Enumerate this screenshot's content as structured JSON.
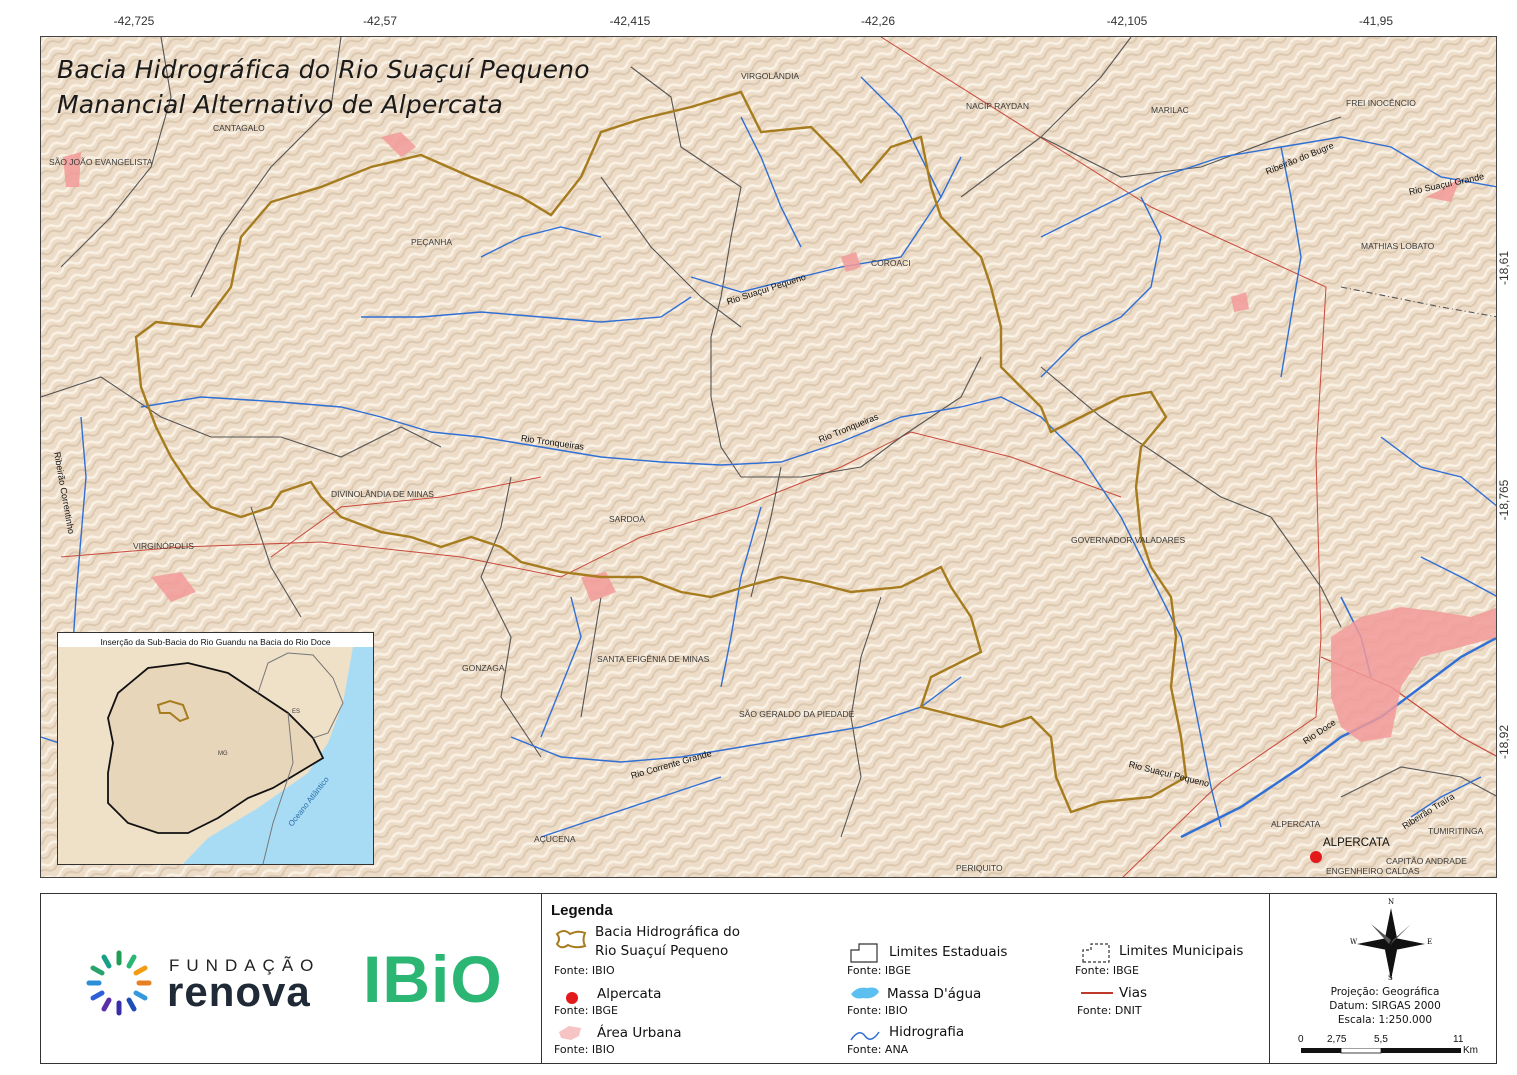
{
  "top_ticks": [
    "-42,725",
    "-42,57",
    "-42,415",
    "-42,26",
    "-42,105",
    "-41,95"
  ],
  "right_ticks": [
    "-18,61",
    "-18,765",
    "-18,92"
  ],
  "title": {
    "line1": "Bacia Hidrográfica do Rio Suaçuí Pequeno",
    "line2": "Manancial Alternativo de Alpercata"
  },
  "places": {
    "virgolandia": "VIRGOLÂNDIA",
    "nacip": "NACIP RAYDAN",
    "marilac": "MARILAC",
    "frei": "FREI INOCÊNCIO",
    "cantagalo": "CANTAGALO",
    "sao_joao": "SÃO JOÃO EVANGELISTA",
    "pecanha": "PEÇANHA",
    "coroaci": "COROACI",
    "mathias": "MATHIAS LOBATO",
    "divino": "DIVINOLÂNDIA DE MINAS",
    "sardoa": "SARDOÁ",
    "virginopolis": "VIRGINÓPOLIS",
    "gv": "GOVERNADOR VALADARES",
    "gonzaga": "GONZAGA",
    "santa": "SANTA EFIGÊNIA DE MINAS",
    "sao_geraldo": "SÃO GERALDO DA PIEDADE",
    "acucena": "AÇUCENA",
    "periquito": "PERIQUITO",
    "alpercata_mun": "ALPERCATA",
    "tumiritinga": "TUMIRITINGA",
    "capitao": "CAPITÃO ANDRADE",
    "engenheiro": "ENGENHEIRO CALDAS"
  },
  "rivers": {
    "bugre": "Ribeirão do Bugre",
    "suacui_grande": "Rio Suaçuí Grande",
    "suacui_pequeno": "Rio Suaçuí Pequeno",
    "tronqueiras1": "Rio Tronqueiras",
    "tronqueiras2": "Rio Tronqueiras",
    "corrente_grande": "Rio Corrente Grande",
    "corrente_zinho": "Ribeirão Correntinho",
    "doce": "Rio Doce",
    "traira": "Ribeirão Traíra",
    "suacui_pequeno_low": "Rio Suaçuí Pequeno"
  },
  "alpercata_point_label": "ALPERCATA",
  "inset": {
    "title": "Inserção da Sub-Bacia do Rio Guandu na Bacia do Rio Doce",
    "ocean": "Oceano Atlântico",
    "mg": "MG",
    "es": "ES"
  },
  "logos": {
    "fundacao": "FUNDAÇÃO",
    "renova": "renova",
    "ibio": "IBiO"
  },
  "legend": {
    "title": "Legenda",
    "basin_line1": "Bacia Hidrográfica do",
    "basin_line2": "Rio Suaçuí Pequeno",
    "basin_src": "Fonte: IBIO",
    "alpercata": "Alpercata",
    "alpercata_src": "Fonte: IBGE",
    "urban": "Área Urbana",
    "urban_src": "Fonte: IBIO",
    "state": "Limites Estaduais",
    "state_src": "Fonte: IBGE",
    "water": "Massa D'água",
    "water_src": "Fonte: IBIO",
    "hydro": "Hidrografia",
    "hydro_src": "Fonte: ANA",
    "municipal": "Limites Municipais",
    "municipal_src": "Fonte: IBGE",
    "roads": "Vias",
    "roads_src": "Fonte: DNIT"
  },
  "compass": {
    "n": "N",
    "s": "S",
    "e": "E",
    "w": "W"
  },
  "projection": {
    "line1": "Projeção: Geográfica",
    "line2": "Datum: SIRGAS 2000",
    "line3": "Escala: 1:250.000"
  },
  "scale_bar": {
    "labels": [
      "0",
      "2,75",
      "5,5",
      "11"
    ],
    "unit": "Km"
  },
  "colors": {
    "terrain": "#eddcc8",
    "basin_outline": "#a67c1e",
    "rivers": "#2f6fd6",
    "urban": "#f29a9a",
    "roads": "#c0392b",
    "ocean": "#a8dcf5"
  }
}
